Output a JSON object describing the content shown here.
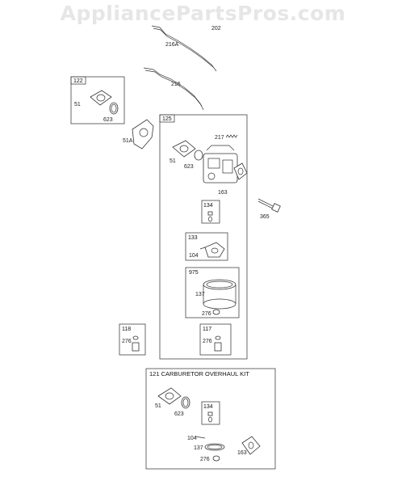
{
  "watermark": "AppliancePartsPros.com",
  "labels": {
    "l202": "202",
    "l216A": "216A",
    "l216": "216",
    "l51a": "51",
    "l623a": "623",
    "l51A": "51A",
    "l51b": "51",
    "l623b": "623",
    "l217": "217",
    "l163a": "163",
    "l365": "365",
    "l104a": "104",
    "l137a": "137",
    "l276a": "276",
    "l276b": "276",
    "l276c": "276",
    "l51c": "51",
    "l623c": "623",
    "l104b": "104",
    "l137b": "137",
    "l276d": "276",
    "l163b": "163"
  },
  "boxes": {
    "b122": "122",
    "b125": "125",
    "b134a": "134",
    "b133": "133",
    "b975": "975",
    "b118": "118",
    "b117": "117",
    "b134b": "134",
    "kit_title": "121 CARBURETOR OVERHAUL KIT"
  }
}
